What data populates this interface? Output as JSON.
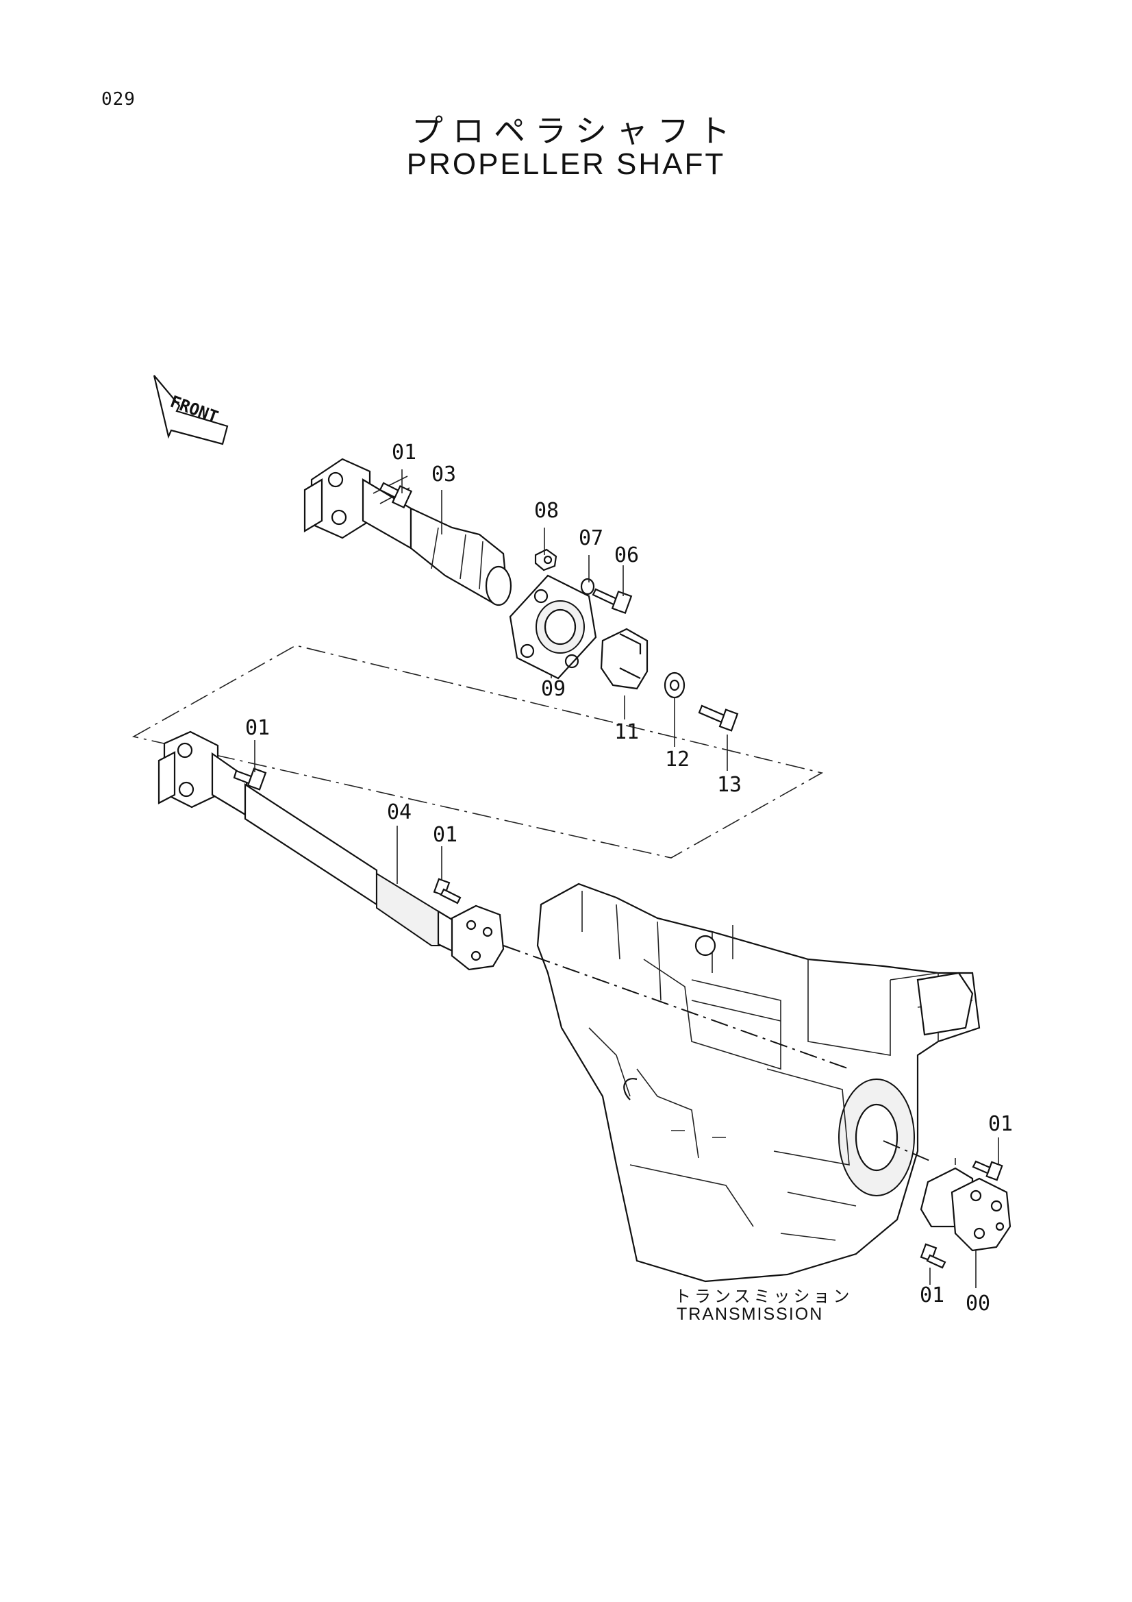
{
  "page_number": "029",
  "title_jp": "プロペラシャフト",
  "title_en": "PROPELLER SHAFT",
  "front_label": "FRONT",
  "transmission_jp": "トランスミッション",
  "transmission_en": "TRANSMISSION",
  "callouts": {
    "c01a": "01",
    "c03": "03",
    "c08": "08",
    "c07": "07",
    "c06": "06",
    "c09": "09",
    "c11": "11",
    "c12": "12",
    "c13": "13",
    "c01b": "01",
    "c04": "04",
    "c01c": "01",
    "c01d": "01",
    "c01e": "01",
    "c00": "00"
  }
}
